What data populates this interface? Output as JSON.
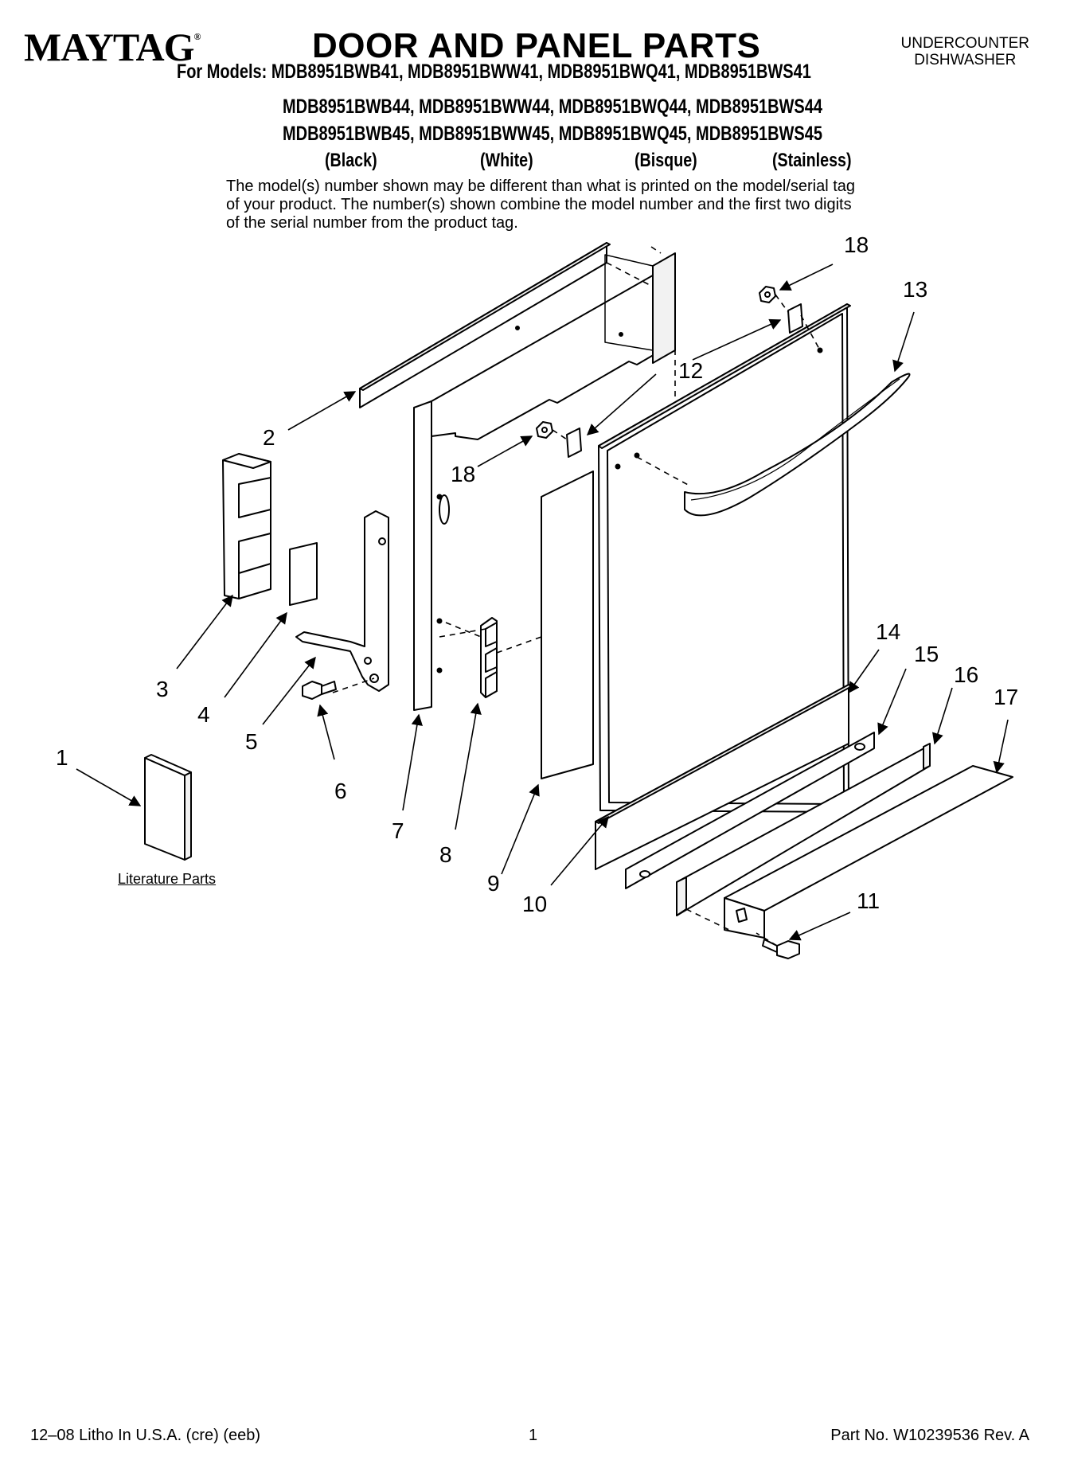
{
  "header": {
    "brand": "MAYTAG",
    "brand_mark": "®",
    "title": "DOOR AND PANEL PARTS",
    "product_line1": "UNDERCOUNTER",
    "product_line2": "DISHWASHER",
    "models_prefix": "For Models:",
    "model_rows": [
      "MDB8951BWB41, MDB8951BWW41, MDB8951BWQ41, MDB8951BWS41",
      "MDB8951BWB44, MDB8951BWW44, MDB8951BWQ44, MDB8951BWS44",
      "MDB8951BWB45, MDB8951BWW45, MDB8951BWQ45, MDB8951BWS45"
    ],
    "colors": [
      "(Black)",
      "(White)",
      "(Bisque)",
      "(Stainless)"
    ],
    "note": "The model(s) number shown may be different than what is printed on the model/serial tag of your product. The number(s) shown combine the model number and the first two digits of the serial number from the product tag."
  },
  "diagram": {
    "callouts": [
      "1",
      "2",
      "3",
      "4",
      "5",
      "6",
      "7",
      "8",
      "9",
      "10",
      "11",
      "12",
      "13",
      "14",
      "15",
      "16",
      "17",
      "18",
      "18"
    ],
    "literature_label": "Literature Parts"
  },
  "footer": {
    "litho": "12–08 Litho In U.S.A. (cre) (eeb)",
    "page_number": "1",
    "part_number": "Part No. W10239536 Rev. A"
  },
  "colors": {
    "ink": "#000000",
    "paper": "#ffffff",
    "panel_shade": "#f2f2f2"
  }
}
